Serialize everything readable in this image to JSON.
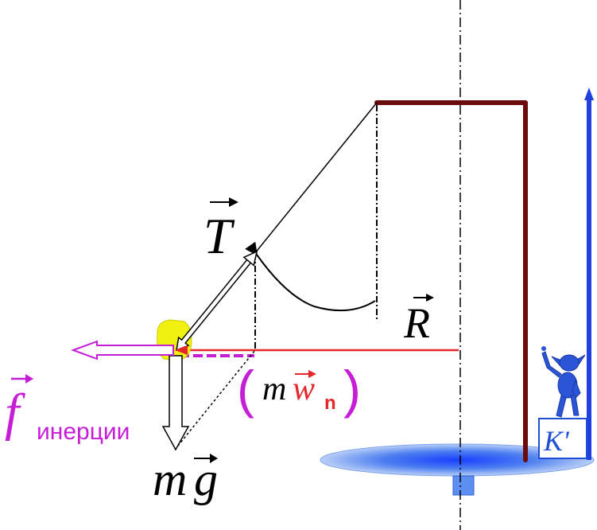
{
  "labels": {
    "tension": "T",
    "radius": "R",
    "mass_term": "m",
    "accel_symbol": "w",
    "accel_subscript": "n",
    "inertia_symbol": "f",
    "inertia_subscript": "инерции",
    "gravity_mass": "m",
    "gravity_g": "g",
    "frame": "K'"
  },
  "colors": {
    "frame_post": "#6b0b0b",
    "axis_arrow": "#1f3fe0",
    "inertia": "#c51ed6",
    "radius_line": "#e5262a",
    "accel_red": "#e5262a",
    "bob": "#f1f10f",
    "disk": "#4d86ee",
    "observer": "#1f4fd8"
  },
  "icons": {
    "observer": "figure-on-pedestal-icon"
  }
}
